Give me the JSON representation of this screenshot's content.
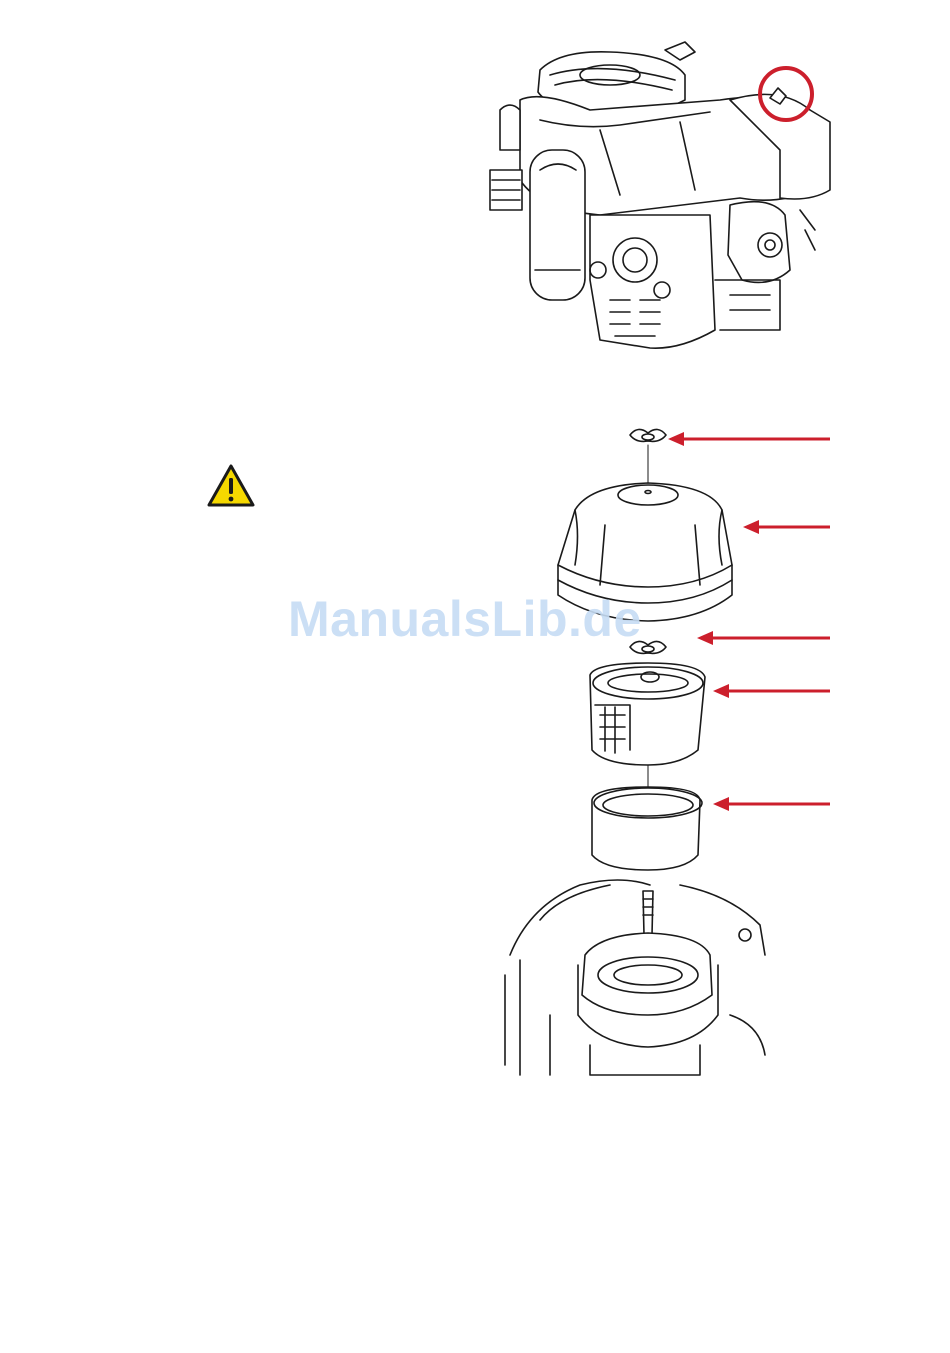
{
  "watermark": {
    "text": "ManualsLib.de"
  },
  "icons": {
    "warning": "warning-triangle-icon",
    "callout_marker": "red-circle-callout",
    "pointer": "red-arrow-left-icon"
  },
  "colors": {
    "accent_red": "#cc1f2c",
    "warning_yellow": "#f5d800",
    "line_art": "#1a1a1a",
    "watermark": "#c6dcf4"
  },
  "figures": {
    "engine": "engine-overview-illustration",
    "air_filter": "air-filter-exploded-illustration"
  },
  "part_callouts": [
    {
      "part": "wing-nut"
    },
    {
      "part": "air-filter-cover"
    },
    {
      "part": "filter-wing-nut"
    },
    {
      "part": "paper-filter-element"
    },
    {
      "part": "foam-pre-filter"
    }
  ]
}
